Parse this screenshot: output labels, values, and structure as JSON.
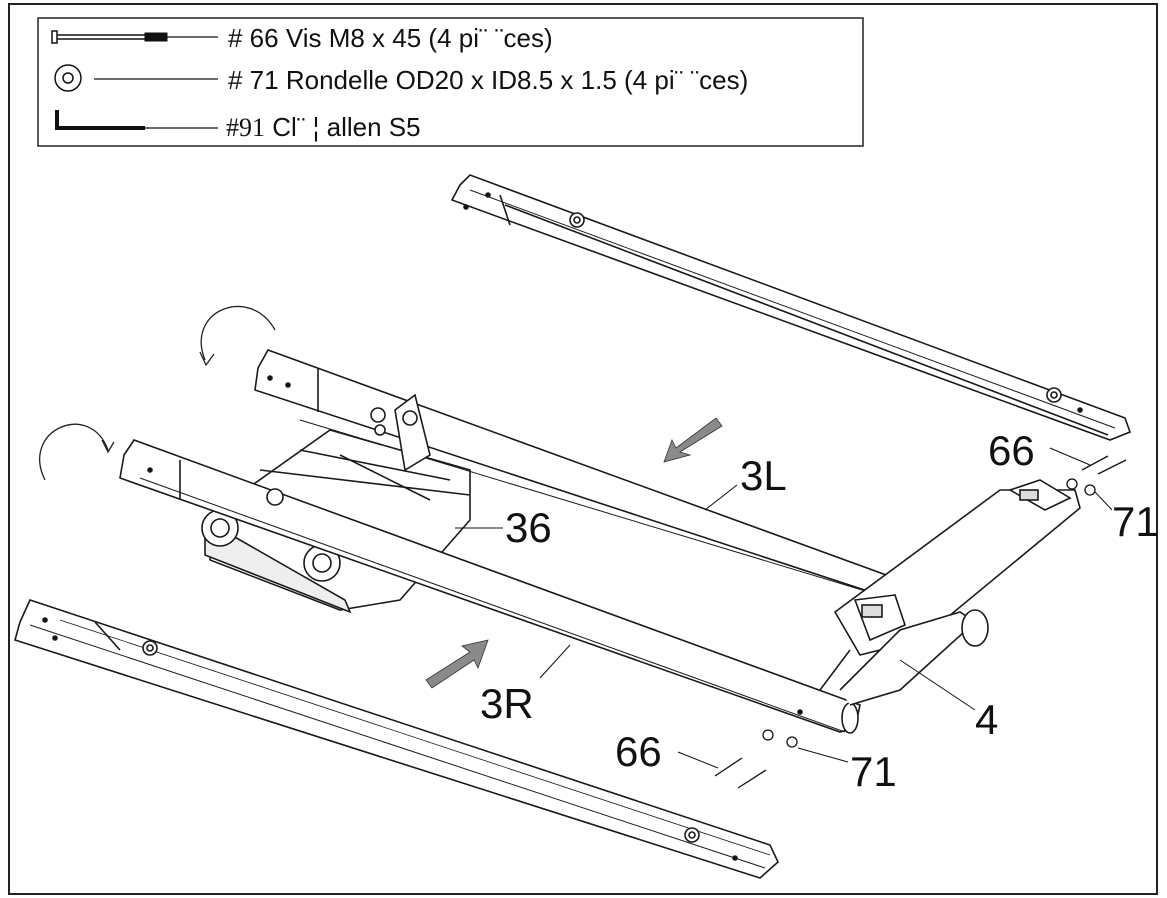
{
  "legend": {
    "items": [
      {
        "id": "66",
        "prefix": "# 66",
        "text": " Vis M8 x 45 (4 pi¨ ¨ces)",
        "icon": "screw-icon"
      },
      {
        "id": "71",
        "prefix": "# 71",
        "text": " Rondelle OD20 x ID8.5 x 1.5 (4 pi¨ ¨ces)",
        "icon": "washer-icon"
      },
      {
        "id": "91",
        "prefix": "#91",
        "text": " Cl¨ ¦ allen S5",
        "icon": "allen-key-icon"
      }
    ]
  },
  "parts": {
    "p66_top": "66",
    "p71_top": "71",
    "p3L": "3L",
    "p36": "36",
    "p3R": "3R",
    "p4": "4",
    "p66_bottom": "66",
    "p71_bottom": "71"
  },
  "colors": {
    "line": "#1a1a1a",
    "arrow_fill": "#8a8a8a",
    "panel_fill": "#f2f2f2"
  }
}
